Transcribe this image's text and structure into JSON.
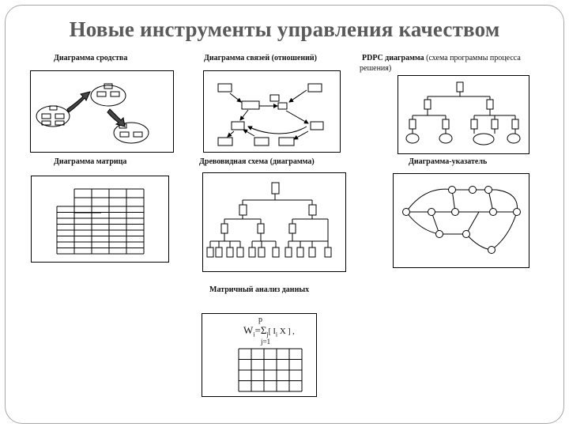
{
  "title": "Новые инструменты управления качеством",
  "captions": {
    "affinity": "Диаграмма сродства",
    "relations": "Диаграмма связей (отношений)",
    "pdpc_bold": "PDPC диаграмма",
    "pdpc_rest_1": " (схема программы процесса",
    "pdpc_rest_2": "решения)",
    "matrix": "Диаграмма матрица",
    "tree": "Древовидная схема (диаграмма)",
    "arrow": "Диаграмма-указатель",
    "data_analysis": "Матричный анализ данных"
  },
  "formula": {
    "lhs": "W",
    "sub_i": "i",
    "eq": "=",
    "sigma": "Σ",
    "upper": "p",
    "body": "[ I",
    "body_sub": "j",
    "x": " X",
    "end": " ] ,",
    "lower": "j=1"
  }
}
